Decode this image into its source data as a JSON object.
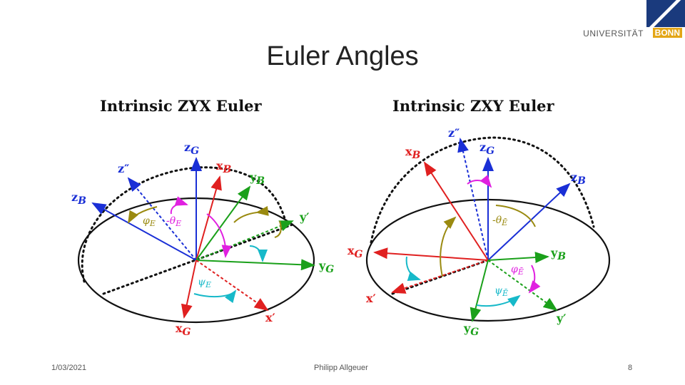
{
  "slide": {
    "title": "Euler Angles",
    "logo": {
      "university": "UNIVERSITÄT",
      "city": "BONN"
    },
    "footer": {
      "date": "1/03/2021",
      "author": "Philipp Allgeuer",
      "page": "8"
    }
  },
  "colors": {
    "red": "#e02020",
    "green": "#1aa01a",
    "blue": "#1a2fd6",
    "magenta": "#e020e0",
    "olive": "#9a8a10",
    "cyan": "#17b9c9",
    "black": "#111111"
  },
  "diagrams": [
    {
      "title": "Intrinsic ZYX Euler",
      "labels": {
        "zG": "z",
        "zG_sub": "G",
        "xB": "x",
        "xB_sub": "B",
        "yB": "y",
        "yB_sub": "B",
        "zpp": "z″",
        "zB": "z",
        "zB_sub": "B",
        "yp": "y′",
        "yG": "y",
        "yG_sub": "G",
        "xp": "x′",
        "xG": "x",
        "xG_sub": "G",
        "phi": "φ",
        "phi_sub": "E",
        "theta": "-θ",
        "theta_sub": "E",
        "psi": "ψ",
        "psi_sub": "E"
      }
    },
    {
      "title": "Intrinsic ZXY Euler",
      "labels": {
        "zpp": "z″",
        "zG": "z",
        "zG_sub": "G",
        "xB": "x",
        "xB_sub": "B",
        "zB": "z",
        "zB_sub": "B",
        "xG": "x",
        "xG_sub": "G",
        "yB": "y",
        "yB_sub": "B",
        "xp": "x′",
        "yp": "y′",
        "yG": "y",
        "yG_sub": "G",
        "theta": "-θ",
        "theta_sub": "Ē",
        "phi": "φ",
        "phi_sub": "Ē",
        "psi": "ψ",
        "psi_sub": "Ē"
      }
    }
  ]
}
